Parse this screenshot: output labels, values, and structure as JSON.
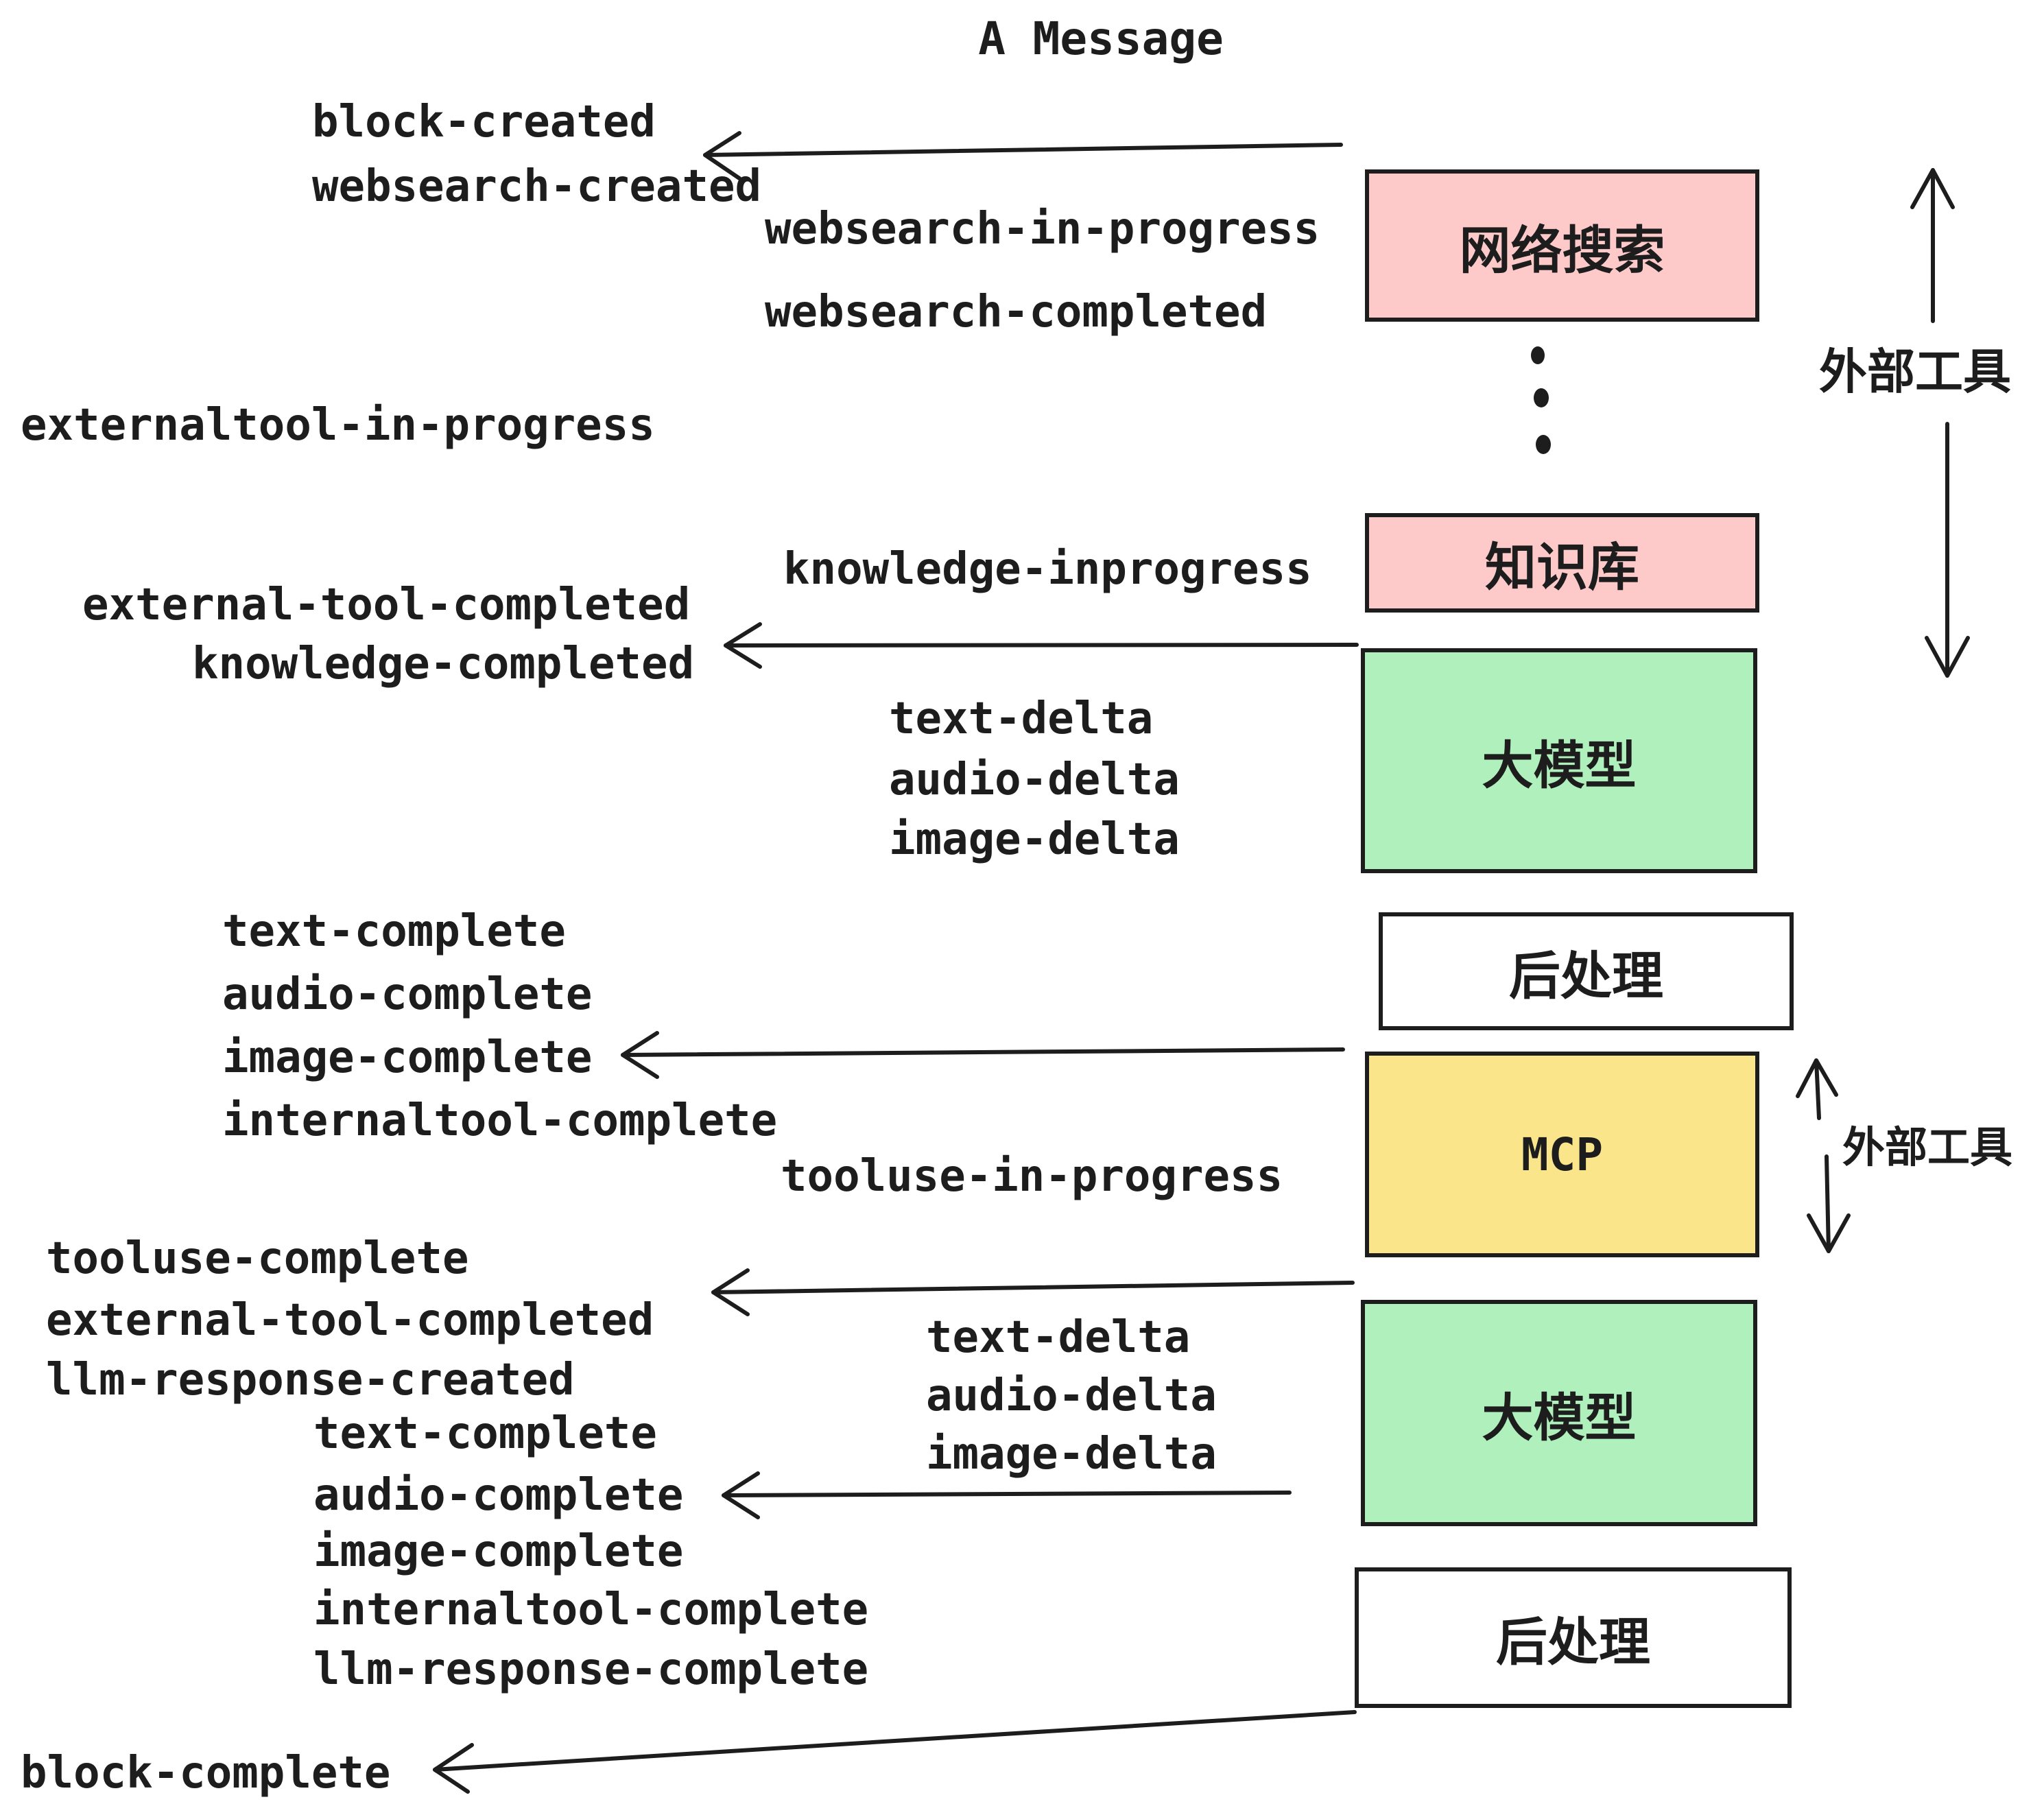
{
  "title": "A Message",
  "colors": {
    "background": "#ffffff",
    "outline": "#1d1d1d",
    "websearch_box": "#fdc9c9",
    "knowledge_box": "#fdc9c9",
    "llm_box": "#aff0bc",
    "post_box": "#ffffff",
    "mcp_box": "#fbe58b"
  },
  "boxes": {
    "websearch": {
      "label": "网络搜索"
    },
    "knowledge": {
      "label": "知识库"
    },
    "llm1": {
      "label": "大模型"
    },
    "post1": {
      "label": "后处理"
    },
    "mcp": {
      "label": "MCP"
    },
    "llm2": {
      "label": "大模型"
    },
    "post2": {
      "label": "后处理"
    }
  },
  "side_labels": {
    "external_tools_top": "外部工具",
    "external_tools_bottom": "外部工具"
  },
  "events": {
    "block_created": "block-created",
    "websearch_created": "websearch-created",
    "websearch_in_progress": "websearch-in-progress",
    "websearch_completed": "websearch-completed",
    "externaltool_in_progress": "externaltool-in-progress",
    "knowledge_inprogress": "knowledge-inprogress",
    "external_tool_completed_1": "external-tool-completed",
    "knowledge_completed": "knowledge-completed",
    "text_delta_1": "text-delta",
    "audio_delta_1": "audio-delta",
    "image_delta_1": "image-delta",
    "text_complete_1": "text-complete",
    "audio_complete_1": "audio-complete",
    "image_complete_1": "image-complete",
    "internaltool_complete_1": "internaltool-complete",
    "tooluse_in_progress": "tooluse-in-progress",
    "tooluse_complete": "tooluse-complete",
    "external_tool_completed_2": "external-tool-completed",
    "llm_response_created": "llm-response-created",
    "text_delta_2": "text-delta",
    "audio_delta_2": "audio-delta",
    "image_delta_2": "image-delta",
    "text_complete_2": "text-complete",
    "audio_complete_2": "audio-complete",
    "image_complete_2": "image-complete",
    "internaltool_complete_2": "internaltool-complete",
    "llm_response_complete": "llm-response-complete",
    "block_complete": "block-complete"
  }
}
